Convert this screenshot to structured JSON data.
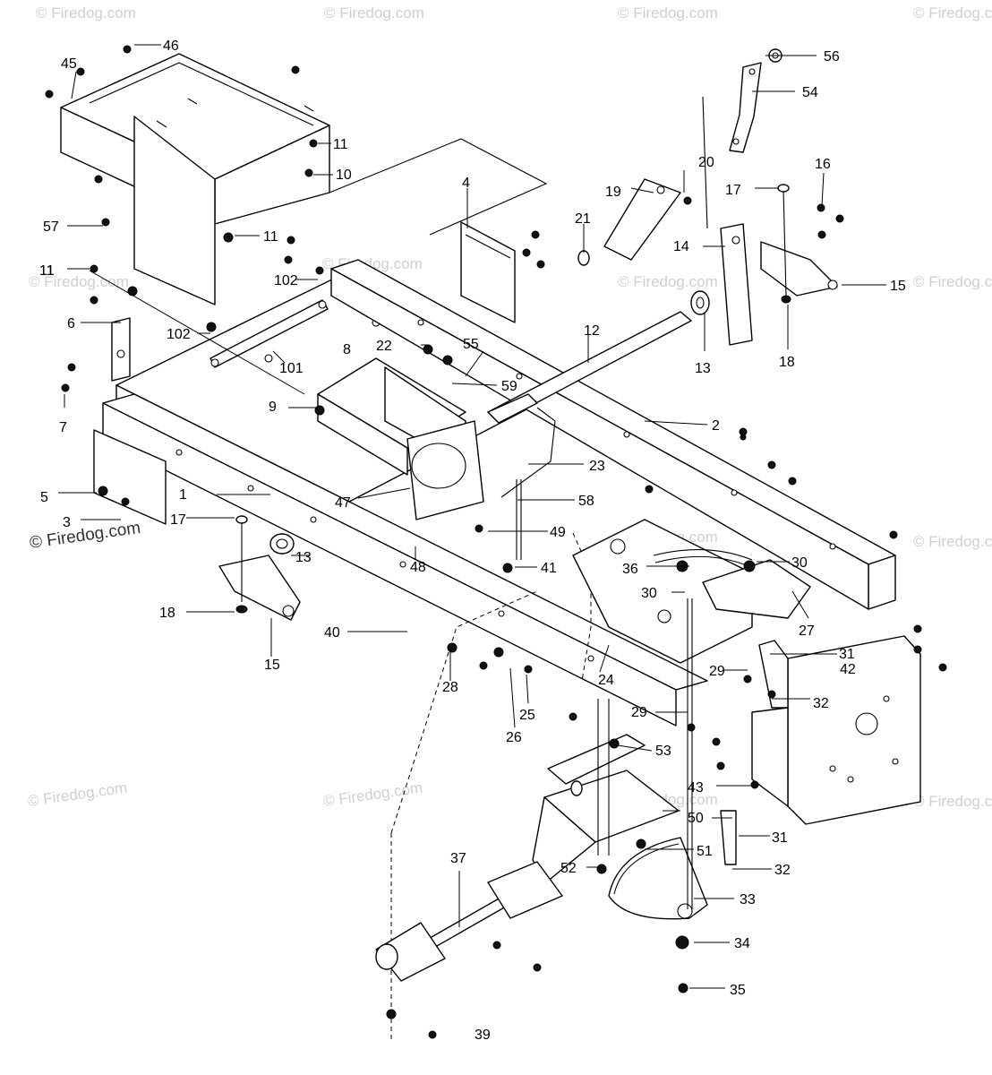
{
  "diagram": {
    "watermark": "© Firedog.com",
    "callouts": [
      "1",
      "2",
      "3",
      "4",
      "5",
      "6",
      "7",
      "8",
      "9",
      "10",
      "11",
      "11",
      "11",
      "11",
      "12",
      "13",
      "13",
      "14",
      "15",
      "15",
      "16",
      "17",
      "17",
      "18",
      "18",
      "19",
      "20",
      "21",
      "22",
      "23",
      "24",
      "25",
      "26",
      "27",
      "28",
      "29",
      "29",
      "30",
      "30",
      "31",
      "31",
      "32",
      "32",
      "33",
      "34",
      "35",
      "36",
      "37",
      "39",
      "40",
      "41",
      "42",
      "43",
      "45",
      "46",
      "47",
      "48",
      "49",
      "50",
      "51",
      "52",
      "53",
      "54",
      "55",
      "56",
      "57",
      "58",
      "59",
      "101",
      "102",
      "102"
    ]
  }
}
